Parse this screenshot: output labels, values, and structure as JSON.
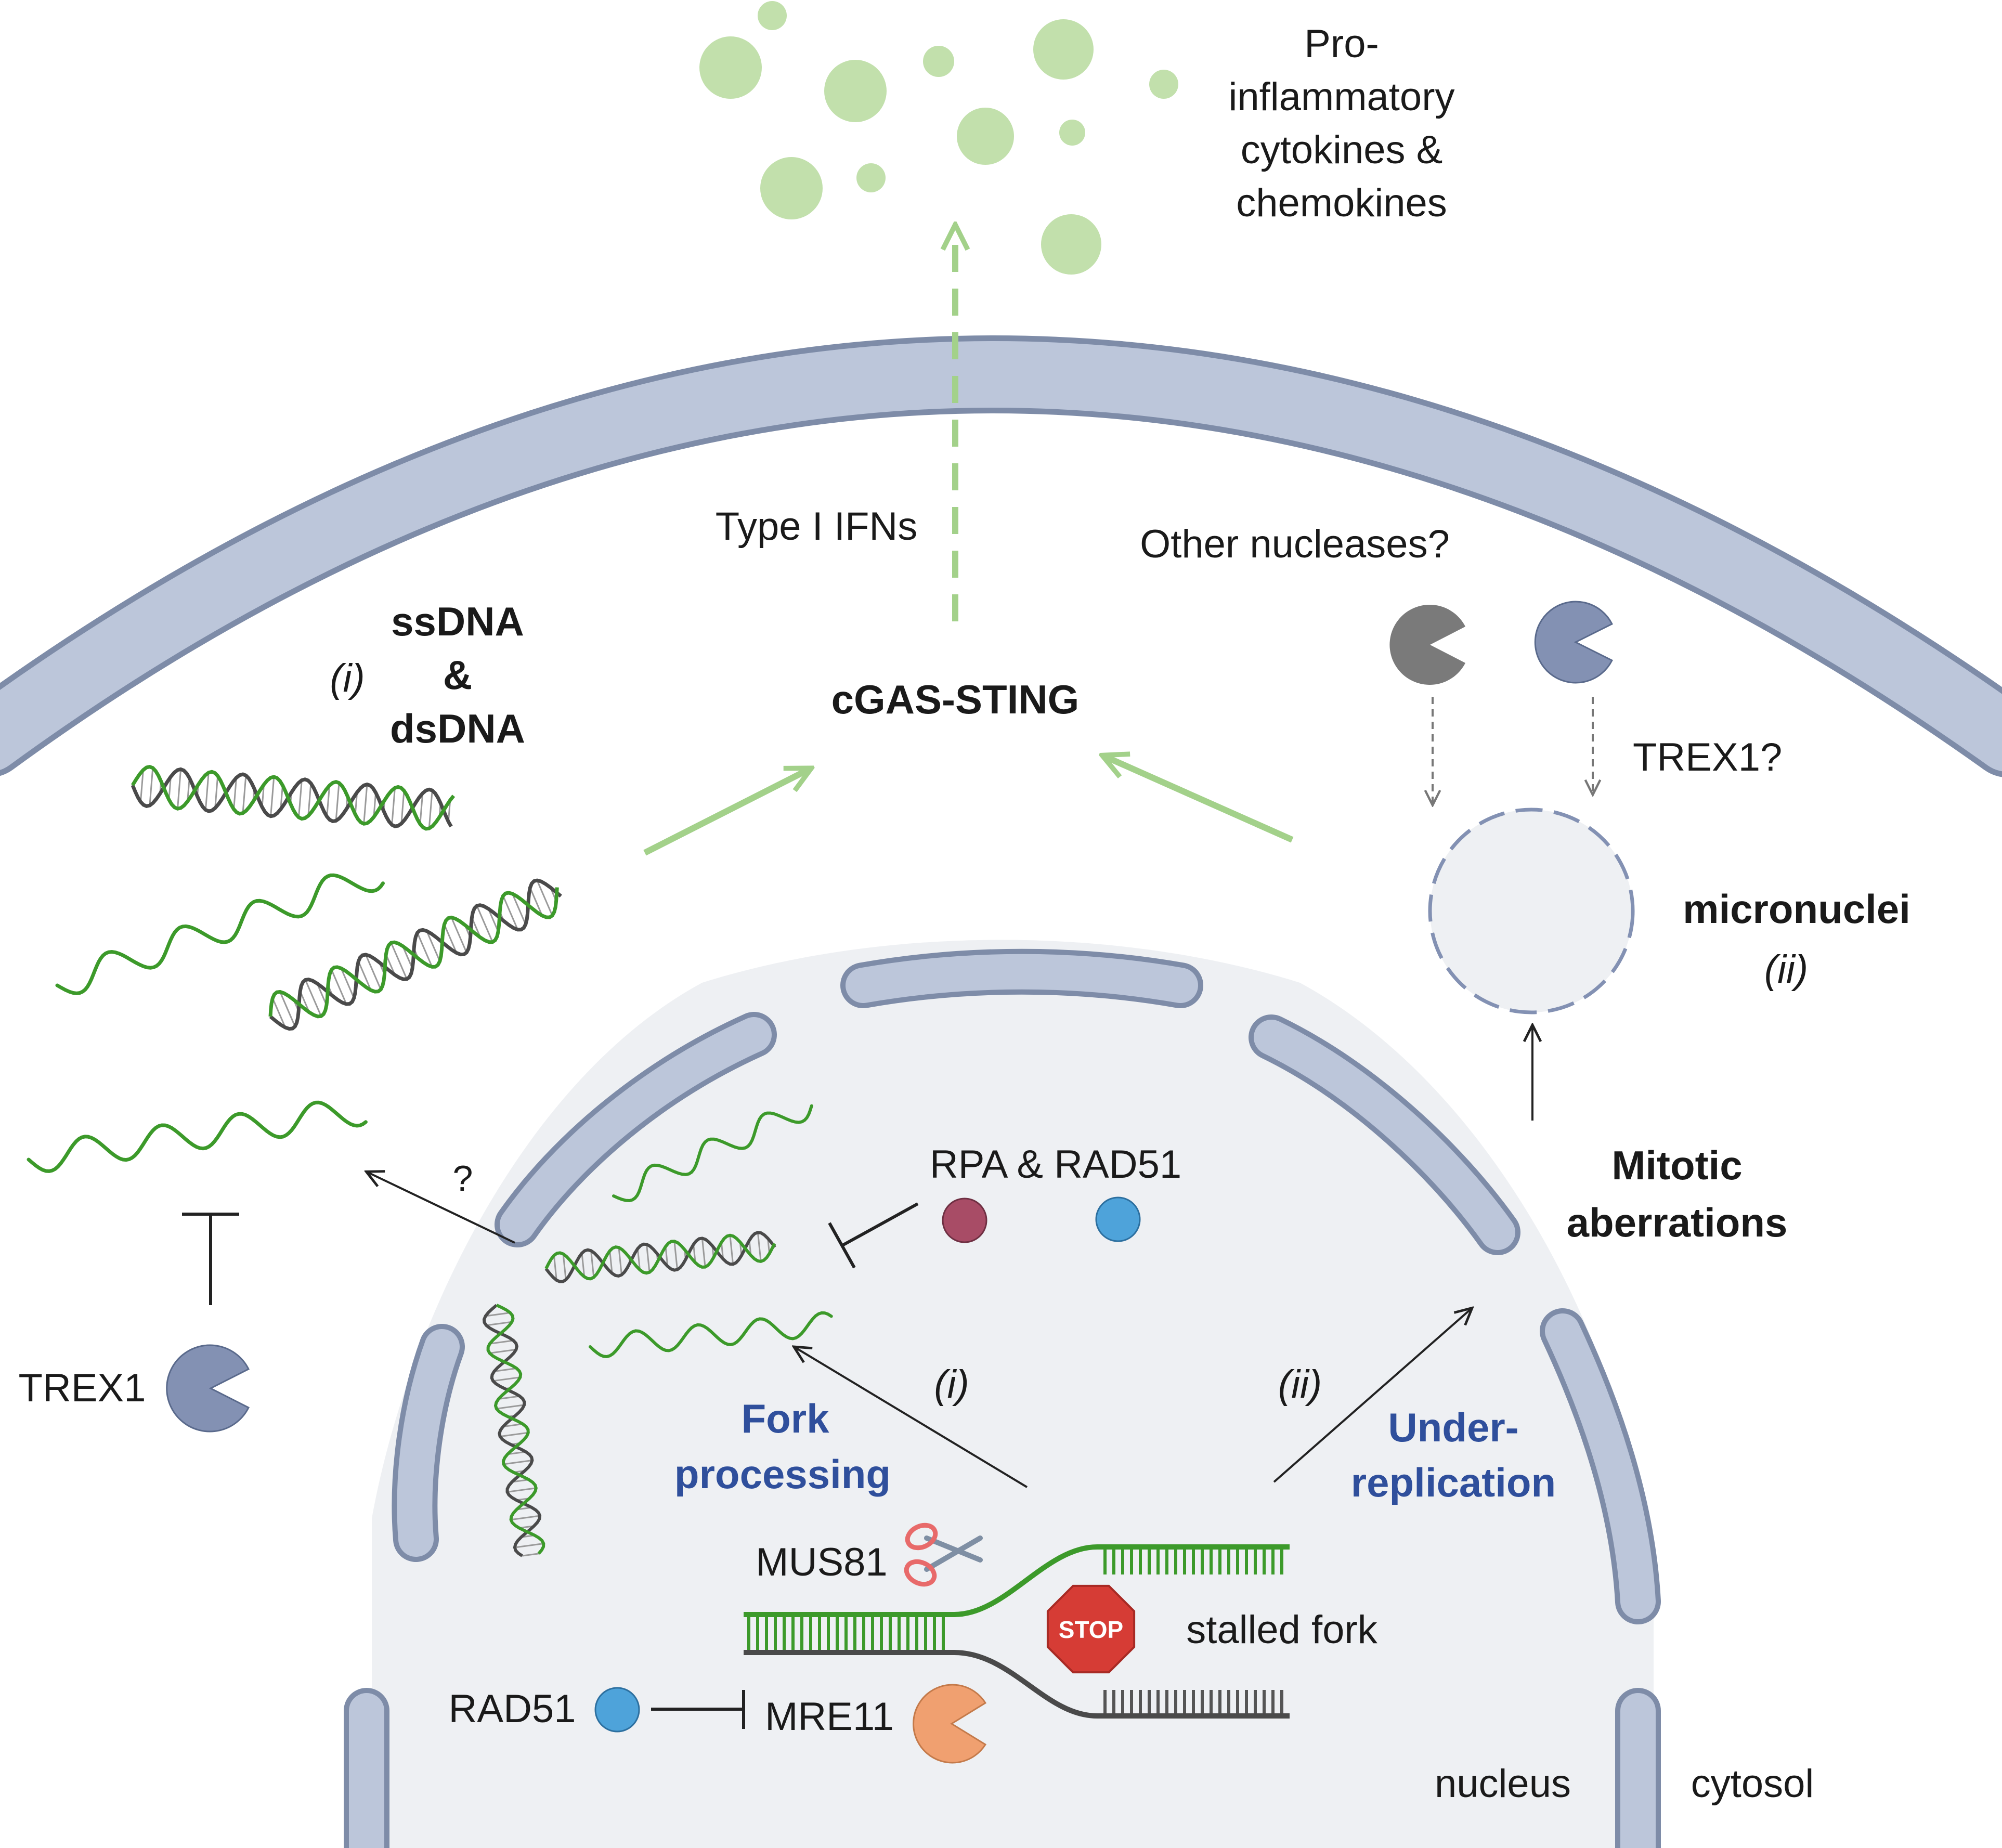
{
  "labels": {
    "cytokines": [
      "Pro-",
      "inflammatory",
      "cytokines &",
      "chemokines"
    ],
    "type_i_ifns": "Type I IFNs",
    "cgas_sting": "cGAS-STING",
    "other_nucleases": "Other nucleases?",
    "trex1_q": "TREX1?",
    "micronuclei": "micronuclei",
    "micronuclei_num": "(ii)",
    "mitotic": [
      "Mitotic",
      "aberrations"
    ],
    "dna_types": [
      "ssDNA",
      "&",
      "dsDNA"
    ],
    "dna_num": "(i)",
    "trex1": "TREX1",
    "question": "?",
    "rpa_rad51": "RPA & RAD51",
    "path_i": "(i)",
    "path_ii": "(ii)",
    "fork_processing": [
      "Fork",
      "processing"
    ],
    "under_replication": [
      "Under-",
      "replication"
    ],
    "mus81": "MUS81",
    "stop": "STOP",
    "stalled_fork": "stalled fork",
    "rad51": "RAD51",
    "mre11": "MRE11",
    "nucleus": "nucleus",
    "cytosol": "cytosol"
  },
  "colors": {
    "membrane_fill": "#bcc6da",
    "membrane_stroke": "#7e8ca8",
    "nucleus_fill": "#eef0f3",
    "cytokine_green": "#c2e0ac",
    "arrow_green": "#a3d18a",
    "dna_green": "#3c9a2a",
    "dna_dark": "#4a4a4a",
    "trex1_blue": "#8391b3",
    "nuclease_gray": "#7a7a7a",
    "rpa_red": "#a84c66",
    "rad51_blue": "#4ea3da",
    "mre11_orange": "#f0a070",
    "stop_red": "#d63c35",
    "label_blue": "#2f4f9c"
  }
}
